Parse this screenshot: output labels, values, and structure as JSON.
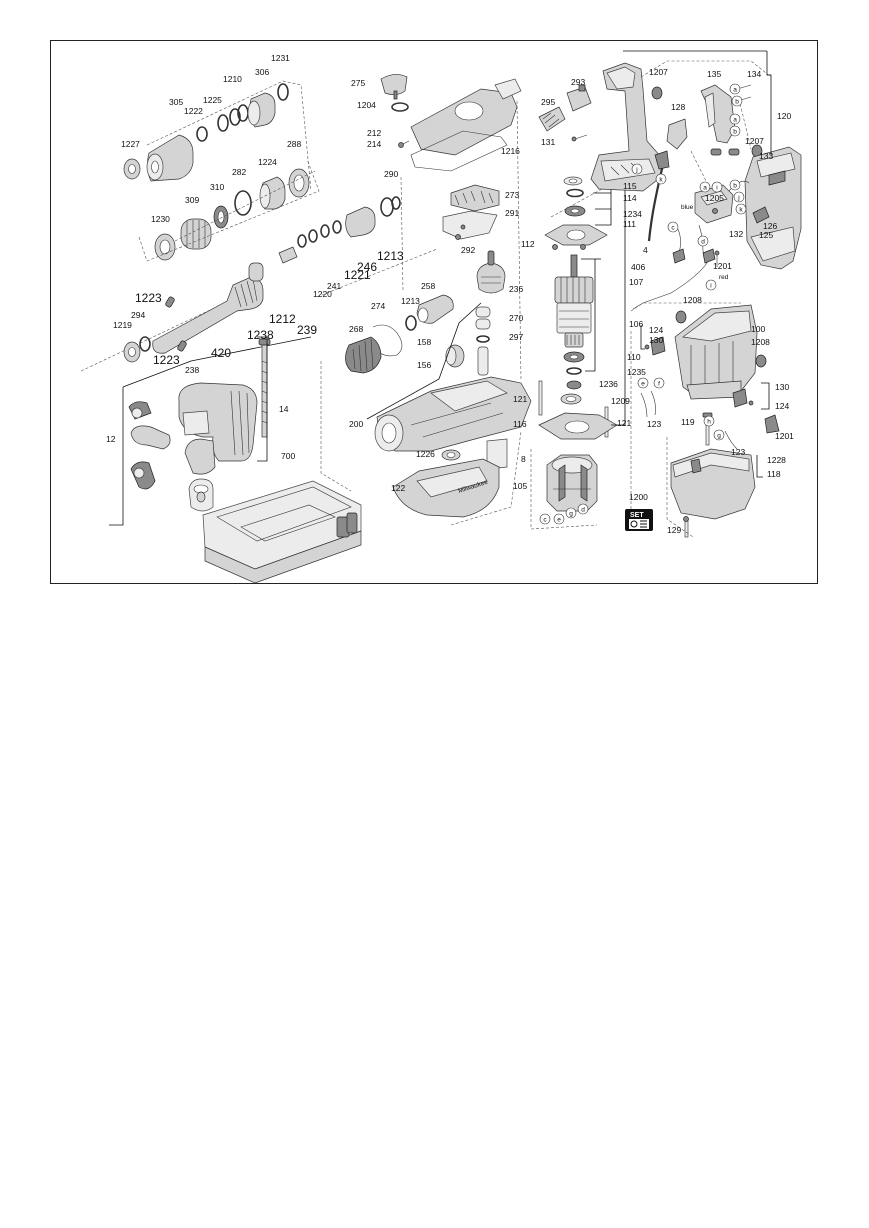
{
  "diagram": {
    "parts": [
      {
        "id": "p1231",
        "label": "1231"
      },
      {
        "id": "p306",
        "label": "306"
      },
      {
        "id": "p1210",
        "label": "1210"
      },
      {
        "id": "p1225",
        "label": "1225"
      },
      {
        "id": "p305",
        "label": "305"
      },
      {
        "id": "p1222",
        "label": "1222"
      },
      {
        "id": "p1227",
        "label": "1227"
      },
      {
        "id": "p288",
        "label": "288"
      },
      {
        "id": "p1224",
        "label": "1224"
      },
      {
        "id": "p282",
        "label": "282"
      },
      {
        "id": "p310",
        "label": "310"
      },
      {
        "id": "p309",
        "label": "309"
      },
      {
        "id": "p1230",
        "label": "1230"
      },
      {
        "id": "p290",
        "label": "290"
      },
      {
        "id": "p1213a",
        "label": "1213"
      },
      {
        "id": "p246",
        "label": "246"
      },
      {
        "id": "p1221",
        "label": "1221"
      },
      {
        "id": "p241",
        "label": "241"
      },
      {
        "id": "p1220",
        "label": "1220"
      },
      {
        "id": "p239",
        "label": "239"
      },
      {
        "id": "p1212",
        "label": "1212"
      },
      {
        "id": "p420",
        "label": "420"
      },
      {
        "id": "p1238",
        "label": "1238"
      },
      {
        "id": "p1223a",
        "label": "1223"
      },
      {
        "id": "p294",
        "label": "294"
      },
      {
        "id": "p1219",
        "label": "1219"
      },
      {
        "id": "p1223b",
        "label": "1223"
      },
      {
        "id": "p238",
        "label": "238"
      },
      {
        "id": "p14",
        "label": "14"
      },
      {
        "id": "p12",
        "label": "12"
      },
      {
        "id": "p700",
        "label": "700"
      },
      {
        "id": "p275",
        "label": "275"
      },
      {
        "id": "p1204",
        "label": "1204"
      },
      {
        "id": "p212",
        "label": "212"
      },
      {
        "id": "p214",
        "label": "214"
      },
      {
        "id": "p1216",
        "label": "1216"
      },
      {
        "id": "p273",
        "label": "273"
      },
      {
        "id": "p291",
        "label": "291"
      },
      {
        "id": "p292",
        "label": "292"
      },
      {
        "id": "p236",
        "label": "236"
      },
      {
        "id": "p258",
        "label": "258"
      },
      {
        "id": "p1213b",
        "label": "1213"
      },
      {
        "id": "p274",
        "label": "274"
      },
      {
        "id": "p268",
        "label": "268"
      },
      {
        "id": "p270",
        "label": "270"
      },
      {
        "id": "p158",
        "label": "158"
      },
      {
        "id": "p297",
        "label": "297"
      },
      {
        "id": "p156",
        "label": "156"
      },
      {
        "id": "p200",
        "label": "200"
      },
      {
        "id": "p1226",
        "label": "1226"
      },
      {
        "id": "p8",
        "label": "8"
      },
      {
        "id": "p122",
        "label": "122"
      },
      {
        "id": "p293",
        "label": "293"
      },
      {
        "id": "p295",
        "label": "295"
      },
      {
        "id": "p131",
        "label": "131"
      },
      {
        "id": "p1207a",
        "label": "1207"
      },
      {
        "id": "p128",
        "label": "128"
      },
      {
        "id": "p135",
        "label": "135"
      },
      {
        "id": "p134",
        "label": "134"
      },
      {
        "id": "p120",
        "label": "120"
      },
      {
        "id": "p1207b",
        "label": "1207"
      },
      {
        "id": "p133",
        "label": "133"
      },
      {
        "id": "p115",
        "label": "115"
      },
      {
        "id": "p114",
        "label": "114"
      },
      {
        "id": "p1234",
        "label": "1234"
      },
      {
        "id": "p111",
        "label": "111"
      },
      {
        "id": "p112",
        "label": "112"
      },
      {
        "id": "p406",
        "label": "406"
      },
      {
        "id": "p107",
        "label": "107"
      },
      {
        "id": "p106",
        "label": "106"
      },
      {
        "id": "p110",
        "label": "110"
      },
      {
        "id": "p1235",
        "label": "1235"
      },
      {
        "id": "p1236",
        "label": "1236"
      },
      {
        "id": "p121a",
        "label": "121"
      },
      {
        "id": "p1209",
        "label": "1209"
      },
      {
        "id": "p121b",
        "label": "121"
      },
      {
        "id": "p116",
        "label": "116"
      },
      {
        "id": "p105",
        "label": "105"
      },
      {
        "id": "p1200",
        "label": "1200"
      },
      {
        "id": "p1205",
        "label": "1205"
      },
      {
        "id": "p132",
        "label": "132"
      },
      {
        "id": "p126",
        "label": "126"
      },
      {
        "id": "p125",
        "label": "125"
      },
      {
        "id": "p4",
        "label": "4"
      },
      {
        "id": "p1201a",
        "label": "1201"
      },
      {
        "id": "p1208a",
        "label": "1208"
      },
      {
        "id": "p100",
        "label": "100"
      },
      {
        "id": "p1208b",
        "label": "1208"
      },
      {
        "id": "p124a",
        "label": "124"
      },
      {
        "id": "p130a",
        "label": "130"
      },
      {
        "id": "p130b",
        "label": "130"
      },
      {
        "id": "p124b",
        "label": "124"
      },
      {
        "id": "p1201b",
        "label": "1201"
      },
      {
        "id": "p123a",
        "label": "123"
      },
      {
        "id": "p119",
        "label": "119"
      },
      {
        "id": "p123b",
        "label": "123"
      },
      {
        "id": "p1228",
        "label": "1228"
      },
      {
        "id": "p118",
        "label": "118"
      },
      {
        "id": "p129",
        "label": "129"
      }
    ],
    "wire_labels": {
      "blue": "blue",
      "red": "red"
    },
    "connector_letters": [
      "a",
      "b",
      "c",
      "d",
      "e",
      "f",
      "g",
      "h",
      "i",
      "j",
      "k"
    ],
    "set_badge": "SET",
    "brand_text": "Milwaukee"
  }
}
